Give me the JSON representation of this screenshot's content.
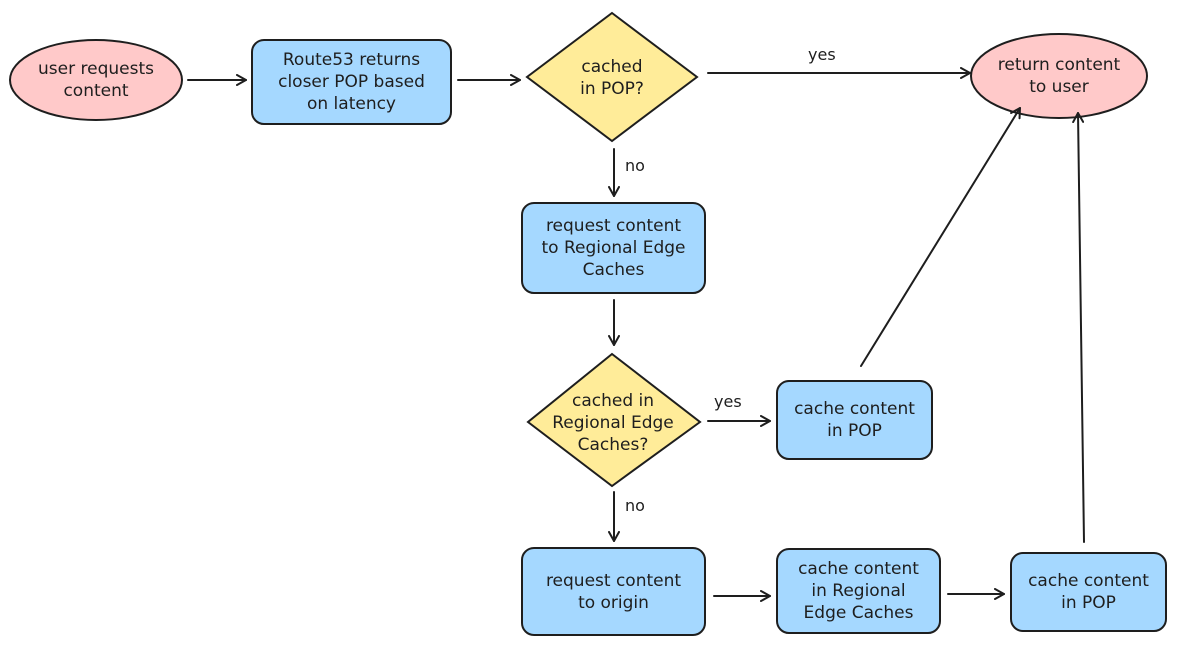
{
  "nodes": {
    "user_requests": "user requests\ncontent",
    "route53": "Route53 returns\ncloser POP based\non latency",
    "cached_pop": "cached\nin POP?",
    "return_content": "return content\nto user",
    "request_rec": "request content\nto Regional Edge\nCaches",
    "cached_rec": "cached in\nRegional Edge\nCaches?",
    "cache_pop_1": "cache content\nin POP",
    "request_origin": "request content\nto origin",
    "cache_rec": "cache content\nin Regional\nEdge Caches",
    "cache_pop_2": "cache content\nin POP"
  },
  "edge_labels": {
    "yes_1": "yes",
    "no_1": "no",
    "yes_2": "yes",
    "no_2": "no"
  },
  "colors": {
    "ellipse_fill": "#ffc9c9",
    "process_fill": "#a5d8ff",
    "decision_fill": "#ffec99",
    "stroke": "#1e1e1e"
  }
}
